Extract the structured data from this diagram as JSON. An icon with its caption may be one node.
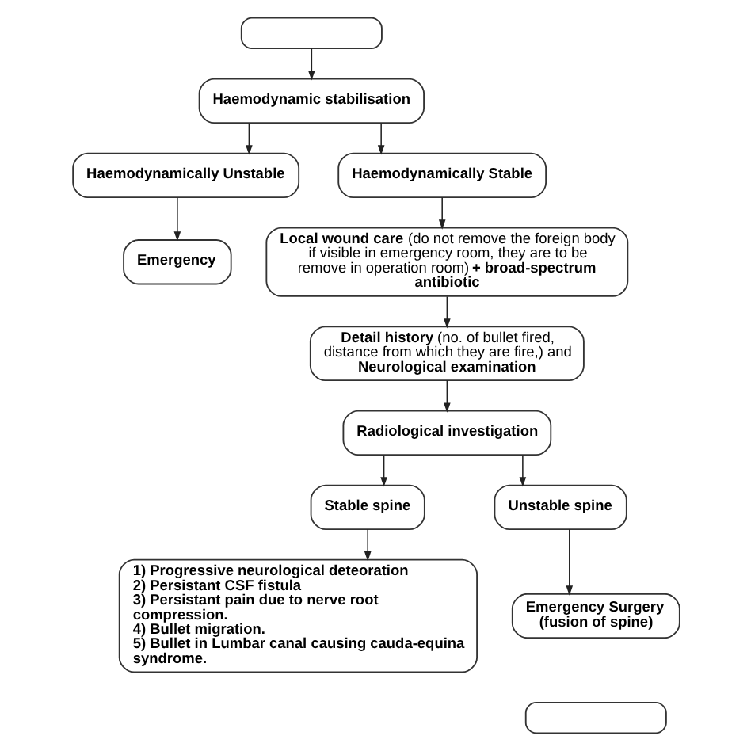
{
  "diagram": {
    "nodes": [
      {
        "text": [],
        "shape": "box"
      },
      {
        "text": [
          "Haemodynamic stabilisation"
        ]
      },
      {
        "text": [
          "Haemodynamically Unstable"
        ]
      },
      {
        "text": [
          "Haemodynamically Stable"
        ]
      },
      {
        "text": [
          "Emergency"
        ]
      },
      {
        "text": [
          "**Local wound care** (do not remove the foreign body if visible in emergency room, they are to be remove in operation room) **+ broad-spectrum antibiotic**"
        ]
      },
      {
        "text": [
          "**Detail history** (no. of bullet fired, distance from which they are fire,) and **Neurological examination**"
        ]
      },
      {
        "text": [
          "Radiological investigation"
        ]
      },
      {
        "text": [
          "Stable spine"
        ]
      },
      {
        "text": [
          "Unstable spine"
        ]
      },
      {
        "text": [
          "1) Progressive neurological deteoration",
          "2) Persistant CSF fistula",
          "3) Persistant pain due to nerve root compression.",
          "4) Bullet migration.",
          "5) Bullet in Lumbar canal causing cauda-equina syndrome."
        ]
      },
      {
        "text": [
          "Emergency Surgery (fusion of spine)"
        ]
      },
      {
        "text": [],
        "shape": "box"
      }
    ],
    "edges": [
      {
        "from": 0,
        "to": 1,
        "arrow": "to"
      },
      {
        "from": 1,
        "to": 2,
        "arrow": "to"
      },
      {
        "from": 1,
        "to": 3,
        "arrow": "to"
      },
      {
        "from": 2,
        "to": 4,
        "arrow": "to"
      },
      {
        "from": 3,
        "to": 5,
        "arrow": "to"
      },
      {
        "from": 5,
        "to": 6,
        "arrow": "to"
      },
      {
        "from": 6,
        "to": 7,
        "arrow": "to"
      },
      {
        "from": 7,
        "to": 8,
        "arrow": "to"
      },
      {
        "from": 7,
        "to": 9,
        "arrow": "to"
      },
      {
        "from": 8,
        "to": 10,
        "arrow": "to"
      },
      {
        "from": 9,
        "to": 11,
        "arrow": "to"
      }
    ]
  }
}
